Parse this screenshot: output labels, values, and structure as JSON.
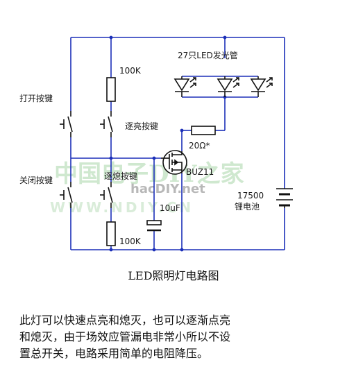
{
  "diagram": {
    "labels": {
      "led_group": "27只LED发光管",
      "r_top": "100K",
      "r_bottom": "100K",
      "btn_open": "打开按键",
      "btn_close": "关闭按键",
      "btn_brighten": "逐亮按键",
      "btn_dim": "逐熄按键",
      "r_series": "20Ω*",
      "mosfet": "BUZ11",
      "capacitor": "10uF",
      "battery_cap": "17500",
      "battery_type": "锂电池"
    },
    "watermark": {
      "text_cn": "中国电子DIY之家",
      "text_en": "WWW.NDIY.CN",
      "logo": "hacDIY.net"
    }
  },
  "caption": "LED照明灯电路图",
  "description": [
    "此灯可以快速点亮和熄灭，也可以逐渐点亮",
    "和熄灭，由于场效应管漏电非常小所以不设",
    "置总开关，电路采用简单的电阻降压。"
  ],
  "colors": {
    "wire": "#1b2fb8",
    "component": "#111111",
    "watermark": "#cfe8cf"
  }
}
